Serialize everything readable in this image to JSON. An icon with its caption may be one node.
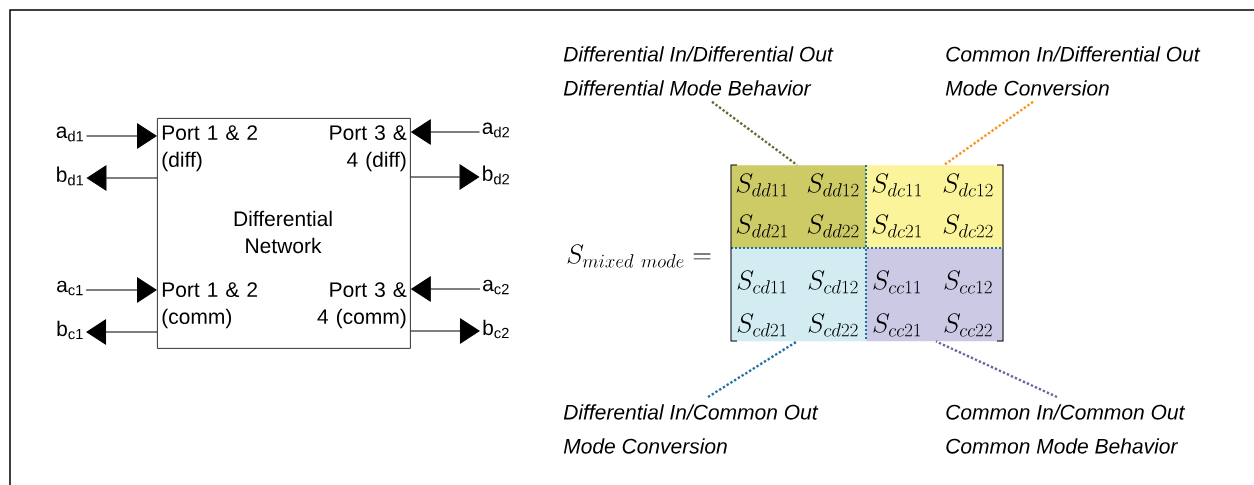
{
  "diagram": {
    "nodes": [
      {
        "text": [
          "Port 1 & 2 (diff)",
          "Port 3 & 4 (diff)",
          "Differential Network",
          "Port 1 & 2 (comm)",
          "Port 3 & 4 (comm)"
        ]
      },
      {
        "text": [
          "a$_{d1}$"
        ]
      },
      {
        "text": [
          "b$_{d1}$"
        ]
      },
      {
        "text": [
          "a$_{c1}$"
        ]
      },
      {
        "text": [
          "b$_{c1}$"
        ]
      },
      {
        "text": [
          "a$_{d2}$"
        ]
      },
      {
        "text": [
          "b$_{d2}$"
        ]
      },
      {
        "text": [
          "a$_{c2}$"
        ]
      },
      {
        "text": [
          "b$_{c2}$"
        ]
      },
      {
        "text": [
          "Differential In/Differential Out",
          "Differential Mode Behavior"
        ]
      },
      {
        "text": [
          "Common In/Differential Out",
          "Mode Conversion"
        ]
      },
      {
        "text": [
          "S_{dd11}",
          "S_{dd12}",
          "S_{dd21}",
          "S_{dd22}"
        ]
      },
      {
        "text": [
          "S_{dc11}",
          "S_{dc12}",
          "S_{dc21}",
          "S_{dc22}"
        ]
      },
      {
        "text": [
          "S_{cd11}",
          "S_{cd12}",
          "S_{cd21}",
          "S_{cd22}"
        ]
      },
      {
        "text": [
          "S_{cc11}",
          "S_{cc12}",
          "S_{cc21}",
          "S_{cc22}"
        ]
      },
      {
        "text": [
          "Differential In/Common Out",
          "Mode Conversion"
        ]
      },
      {
        "text": [
          "Common In/Common Out",
          "Common Mode Behavior"
        ]
      }
    ],
    "edges": [
      {
        "from": 1,
        "to": 0,
        "arrow": "to"
      },
      {
        "from": 0,
        "to": 2,
        "arrow": "to"
      },
      {
        "from": 3,
        "to": 0,
        "arrow": "to"
      },
      {
        "from": 0,
        "to": 4,
        "arrow": "to"
      },
      {
        "from": 5,
        "to": 0,
        "arrow": "to"
      },
      {
        "from": 0,
        "to": 6,
        "arrow": "to"
      },
      {
        "from": 7,
        "to": 0,
        "arrow": "to"
      },
      {
        "from": 0,
        "to": 8,
        "arrow": "to"
      },
      {
        "from": 9,
        "to": 11,
        "arrow": "none",
        "style": "dashed",
        "color": "#5f6a2c"
      },
      {
        "from": 10,
        "to": 12,
        "arrow": "none",
        "style": "dashed",
        "color": "#f7941d"
      },
      {
        "from": 15,
        "to": 13,
        "arrow": "none",
        "style": "dashed",
        "color": "#1f6fa0"
      },
      {
        "from": 16,
        "to": 14,
        "arrow": "none",
        "style": "dashed",
        "color": "#6e5fa3"
      }
    ],
    "labels": [
      "S_{mixed\\ mode}="
    ]
  }
}
